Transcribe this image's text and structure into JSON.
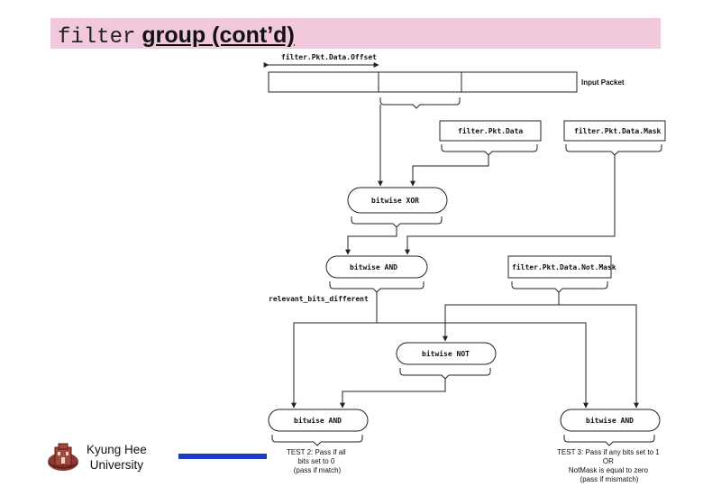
{
  "title": {
    "mono": "filter",
    "bold": "group (cont’d)"
  },
  "footer": {
    "university_line1": "Kyung Hee",
    "university_line2": "University"
  },
  "diagram": {
    "offset_label": "filter.Pkt.Data.Offset",
    "input_packet": "Input Packet",
    "pkt_data": "filter.Pkt.Data",
    "pkt_data_mask": "filter.Pkt.Data.Mask",
    "xor": "bitwise XOR",
    "and1": "bitwise AND",
    "not_mask": "filter.Pkt.Data.Not.Mask",
    "relevant": "relevant_bits_different",
    "not": "bitwise NOT",
    "and_left": "bitwise AND",
    "and_right": "bitwise AND",
    "test2": [
      "TEST 2: Pass if all",
      "bits set to 0",
      "(pass if match)"
    ],
    "test3": [
      "TEST 3: Pass if any bits set to 1",
      "OR",
      "NotMask is equal to zero",
      "(pass if mismatch)"
    ]
  }
}
